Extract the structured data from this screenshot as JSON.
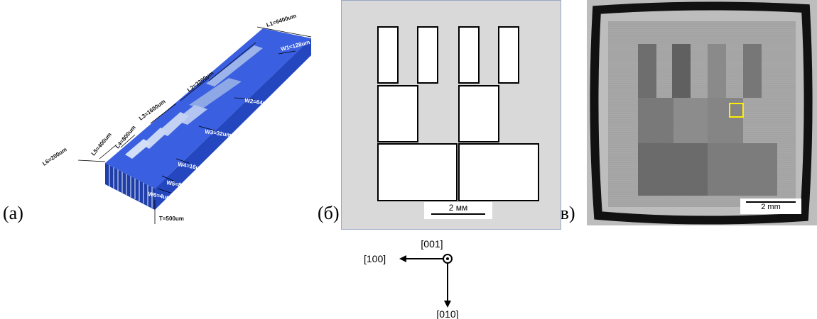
{
  "panels": {
    "a": {
      "label": "(а)",
      "dimensions": {
        "L1": "L1=6400um",
        "L2": "L2=3200um",
        "L3": "L3=1600um",
        "L4": "L4=800um",
        "L5": "L5=400um",
        "L6": "L6=200um",
        "W1": "W1=128um",
        "W2": "W2=64um",
        "W3": "W3=32um",
        "W4": "W4=16um",
        "W5": "W5=8um",
        "W6": "W6=4um",
        "T": "T=500um"
      },
      "colors": {
        "substrate": "#2f55d4",
        "substrate_dark": "#1f3ea8",
        "pattern": "#9db4ea",
        "stripe": "#c9d6f5"
      }
    },
    "b": {
      "label": "(б)",
      "scale_bar": "2 мм",
      "background": "#d9d9d9"
    },
    "c": {
      "label": "(в)",
      "scale_bar": "2 mm",
      "highlight_color": "#ffee00"
    }
  },
  "axes": {
    "x": "[100]",
    "y": "[010]",
    "z": "[001]"
  }
}
